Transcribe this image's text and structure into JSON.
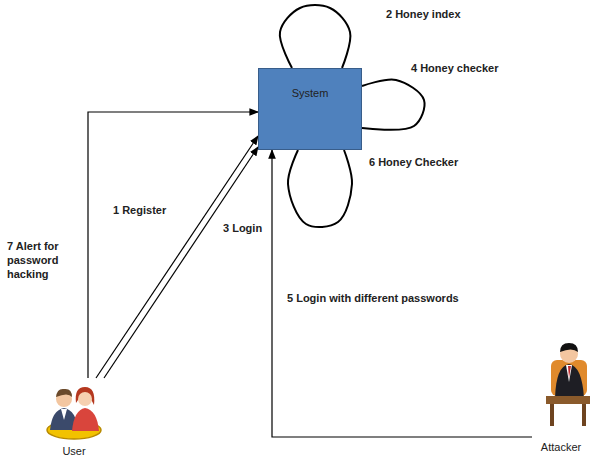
{
  "diagram": {
    "nodes": [
      {
        "text": [
          "System"
        ]
      },
      {
        "text": [
          "User"
        ]
      },
      {
        "text": [
          "Attacker"
        ]
      }
    ],
    "edges": [
      {
        "from": 1,
        "to": 0,
        "label": "1 Register",
        "arrow": "to"
      },
      {
        "from": 0,
        "to": 0,
        "label": "2 Honey index",
        "arrow": "none"
      },
      {
        "from": 1,
        "to": 0,
        "label": "3 Login",
        "arrow": "to"
      },
      {
        "from": 0,
        "to": 0,
        "label": "4 Honey checker",
        "arrow": "none"
      },
      {
        "from": 2,
        "to": 0,
        "label": "5 Login with different passwords",
        "arrow": "to"
      },
      {
        "from": 0,
        "to": 0,
        "label": "6 Honey Checker",
        "arrow": "none"
      },
      {
        "from": 1,
        "to": 0,
        "label": "7 Alert for password hacking",
        "arrow": "to"
      }
    ]
  }
}
